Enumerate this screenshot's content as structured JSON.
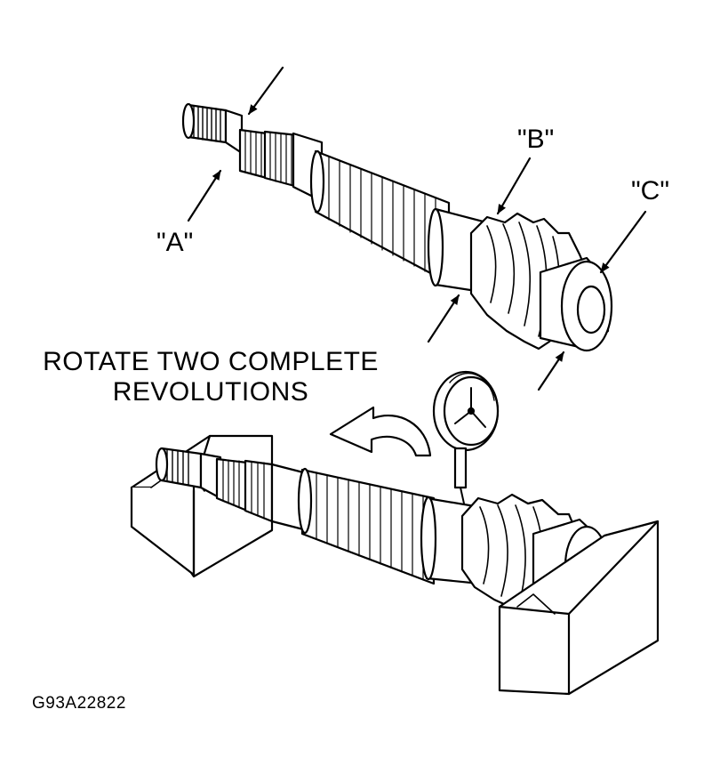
{
  "labels": {
    "a": "\"A\"",
    "b": "\"B\"",
    "c": "\"C\""
  },
  "instruction": {
    "line1": "ROTATE TWO COMPLETE",
    "line2": "REVOLUTIONS"
  },
  "figure_id": "G93A22822",
  "colors": {
    "ink": "#000000",
    "paper": "#ffffff"
  }
}
